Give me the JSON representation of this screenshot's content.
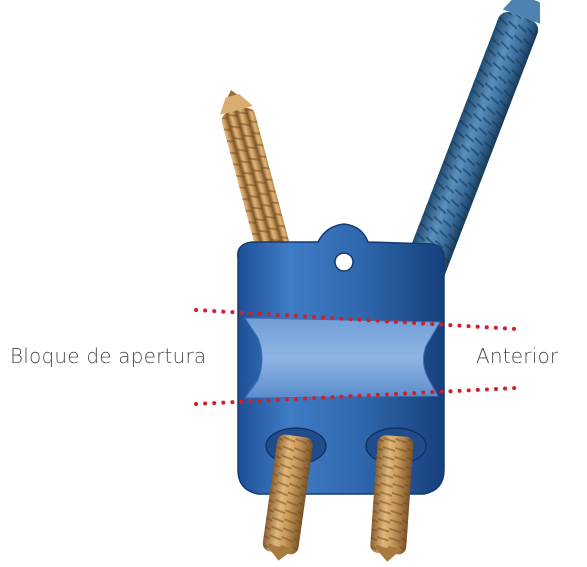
{
  "labels": {
    "left": "Bloque de apertura",
    "right": "Anterior"
  },
  "colors": {
    "plate_blue": "#3a6fb5",
    "plate_dark": "#1d4f96",
    "screw_gold": "#c99a5c",
    "screw_gold_dark": "#8a5f2e",
    "screw_blue": "#3b6f9e",
    "screw_blue_dark": "#1f4a70",
    "dotted_line": "#d0202a"
  },
  "icons": [
    "bone-plate-illustration",
    "gold-screw-icon",
    "blue-screw-icon"
  ]
}
